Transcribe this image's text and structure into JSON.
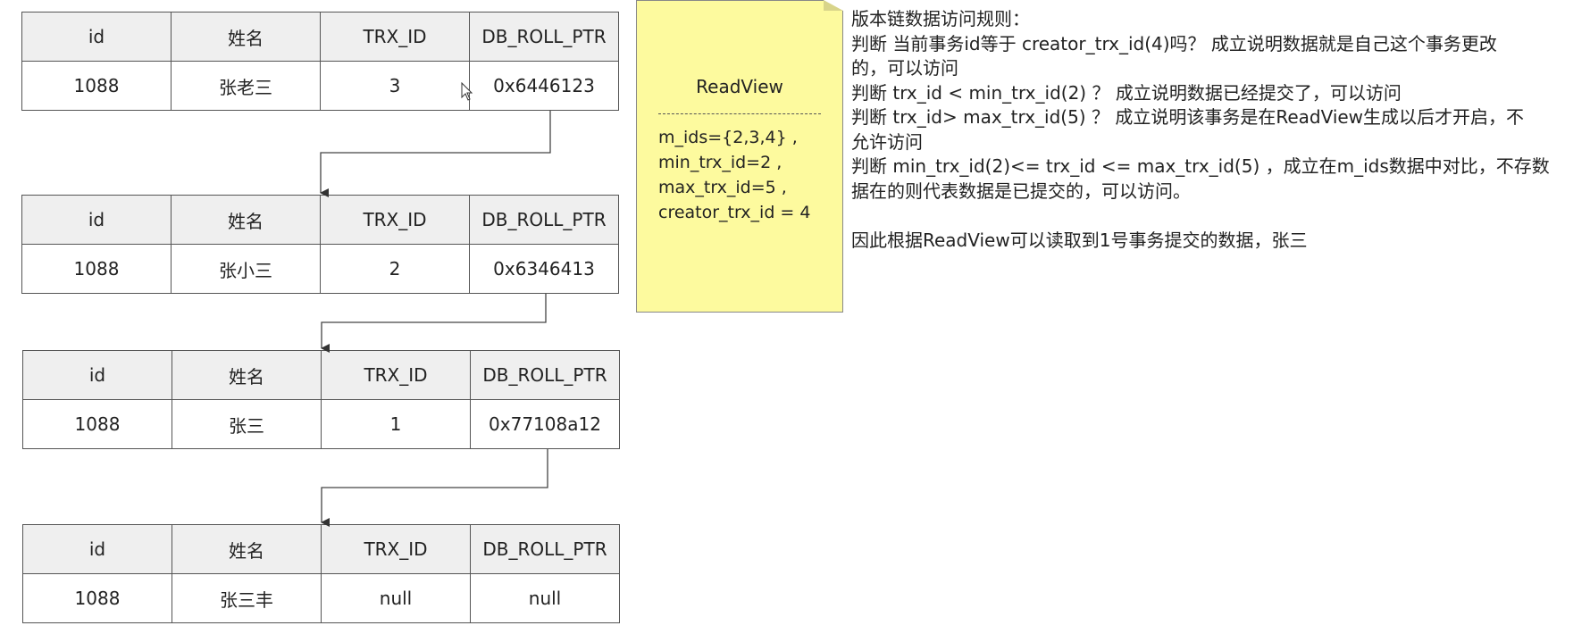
{
  "tables": [
    {
      "headers": [
        "id",
        "姓名",
        "TRX_ID",
        "DB_ROLL_PTR"
      ],
      "row": [
        "1088",
        "张老三",
        "3",
        "0x6446123"
      ]
    },
    {
      "headers": [
        "id",
        "姓名",
        "TRX_ID",
        "DB_ROLL_PTR"
      ],
      "row": [
        "1088",
        "张小三",
        "2",
        "0x6346413"
      ]
    },
    {
      "headers": [
        "id",
        "姓名",
        "TRX_ID",
        "DB_ROLL_PTR"
      ],
      "row": [
        "1088",
        "张三",
        "1",
        "0x77108a12"
      ]
    },
    {
      "headers": [
        "id",
        "姓名",
        "TRX_ID",
        "DB_ROLL_PTR"
      ],
      "row": [
        "1088",
        "张三丰",
        "null",
        "null"
      ]
    }
  ],
  "readview": {
    "title": "ReadView",
    "lines": [
      "m_ids={2,3,4} ,",
      "min_trx_id=2  ,",
      "max_trx_id=5  ,",
      "creator_trx_id = 4"
    ]
  },
  "rules": {
    "lines": [
      "版本链数据访问规则：",
      "判断 当前事务id等于 creator_trx_id(4)吗？ 成立说明数据就是自己这个事务更改",
      "的，可以访问",
      "判断 trx_id < min_trx_id(2) ？ 成立说明数据已经提交了，可以访问",
      "判断 trx_id> max_trx_id(5) ？ 成立说明该事务是在ReadView生成以后才开启，不",
      "允许访问",
      "判断 min_trx_id(2)<= trx_id <= max_trx_id(5) ，成立在m_ids数据中对比，不存数",
      "据在的则代表数据是已提交的，可以访问。",
      "",
      "因此根据ReadView可以读取到1号事务提交的数据，张三"
    ]
  },
  "colors": {
    "note_bg": "#fdfa9e",
    "header_bg": "#efefef",
    "border": "#555555"
  }
}
